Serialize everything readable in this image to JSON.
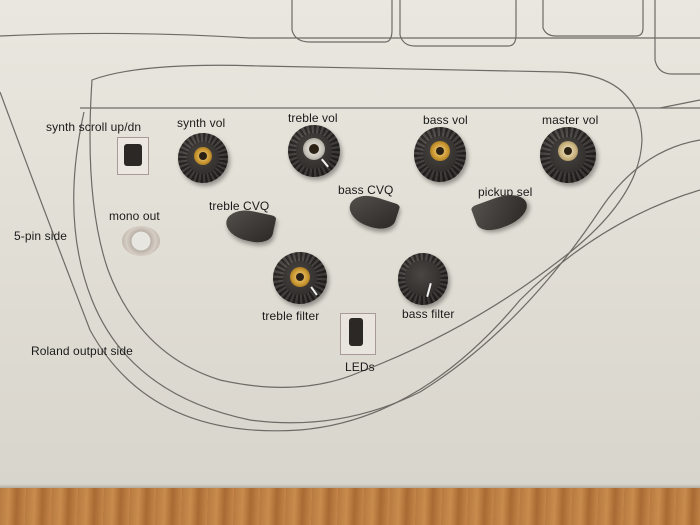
{
  "labels": {
    "synth_scroll": "synth scroll up/dn",
    "synth_vol": "synth vol",
    "treble_vol": "treble vol",
    "bass_vol": "bass vol",
    "master_vol": "master vol",
    "treble_cvq": "treble CVQ",
    "bass_cvq": "bass CVQ",
    "pickup_sel": "pickup sel",
    "mono_out": "mono out",
    "five_pin_side": "5-pin side",
    "treble_filter": "treble filter",
    "bass_filter": "bass filter",
    "roland_output_side": "Roland output side",
    "leds": "LEDs"
  },
  "colors": {
    "paper": "#e6e3da",
    "pencil_line": "#6f6a66",
    "knob_body": "#2f2c29",
    "brass": "#c9962f",
    "wood": "#b87a40"
  }
}
